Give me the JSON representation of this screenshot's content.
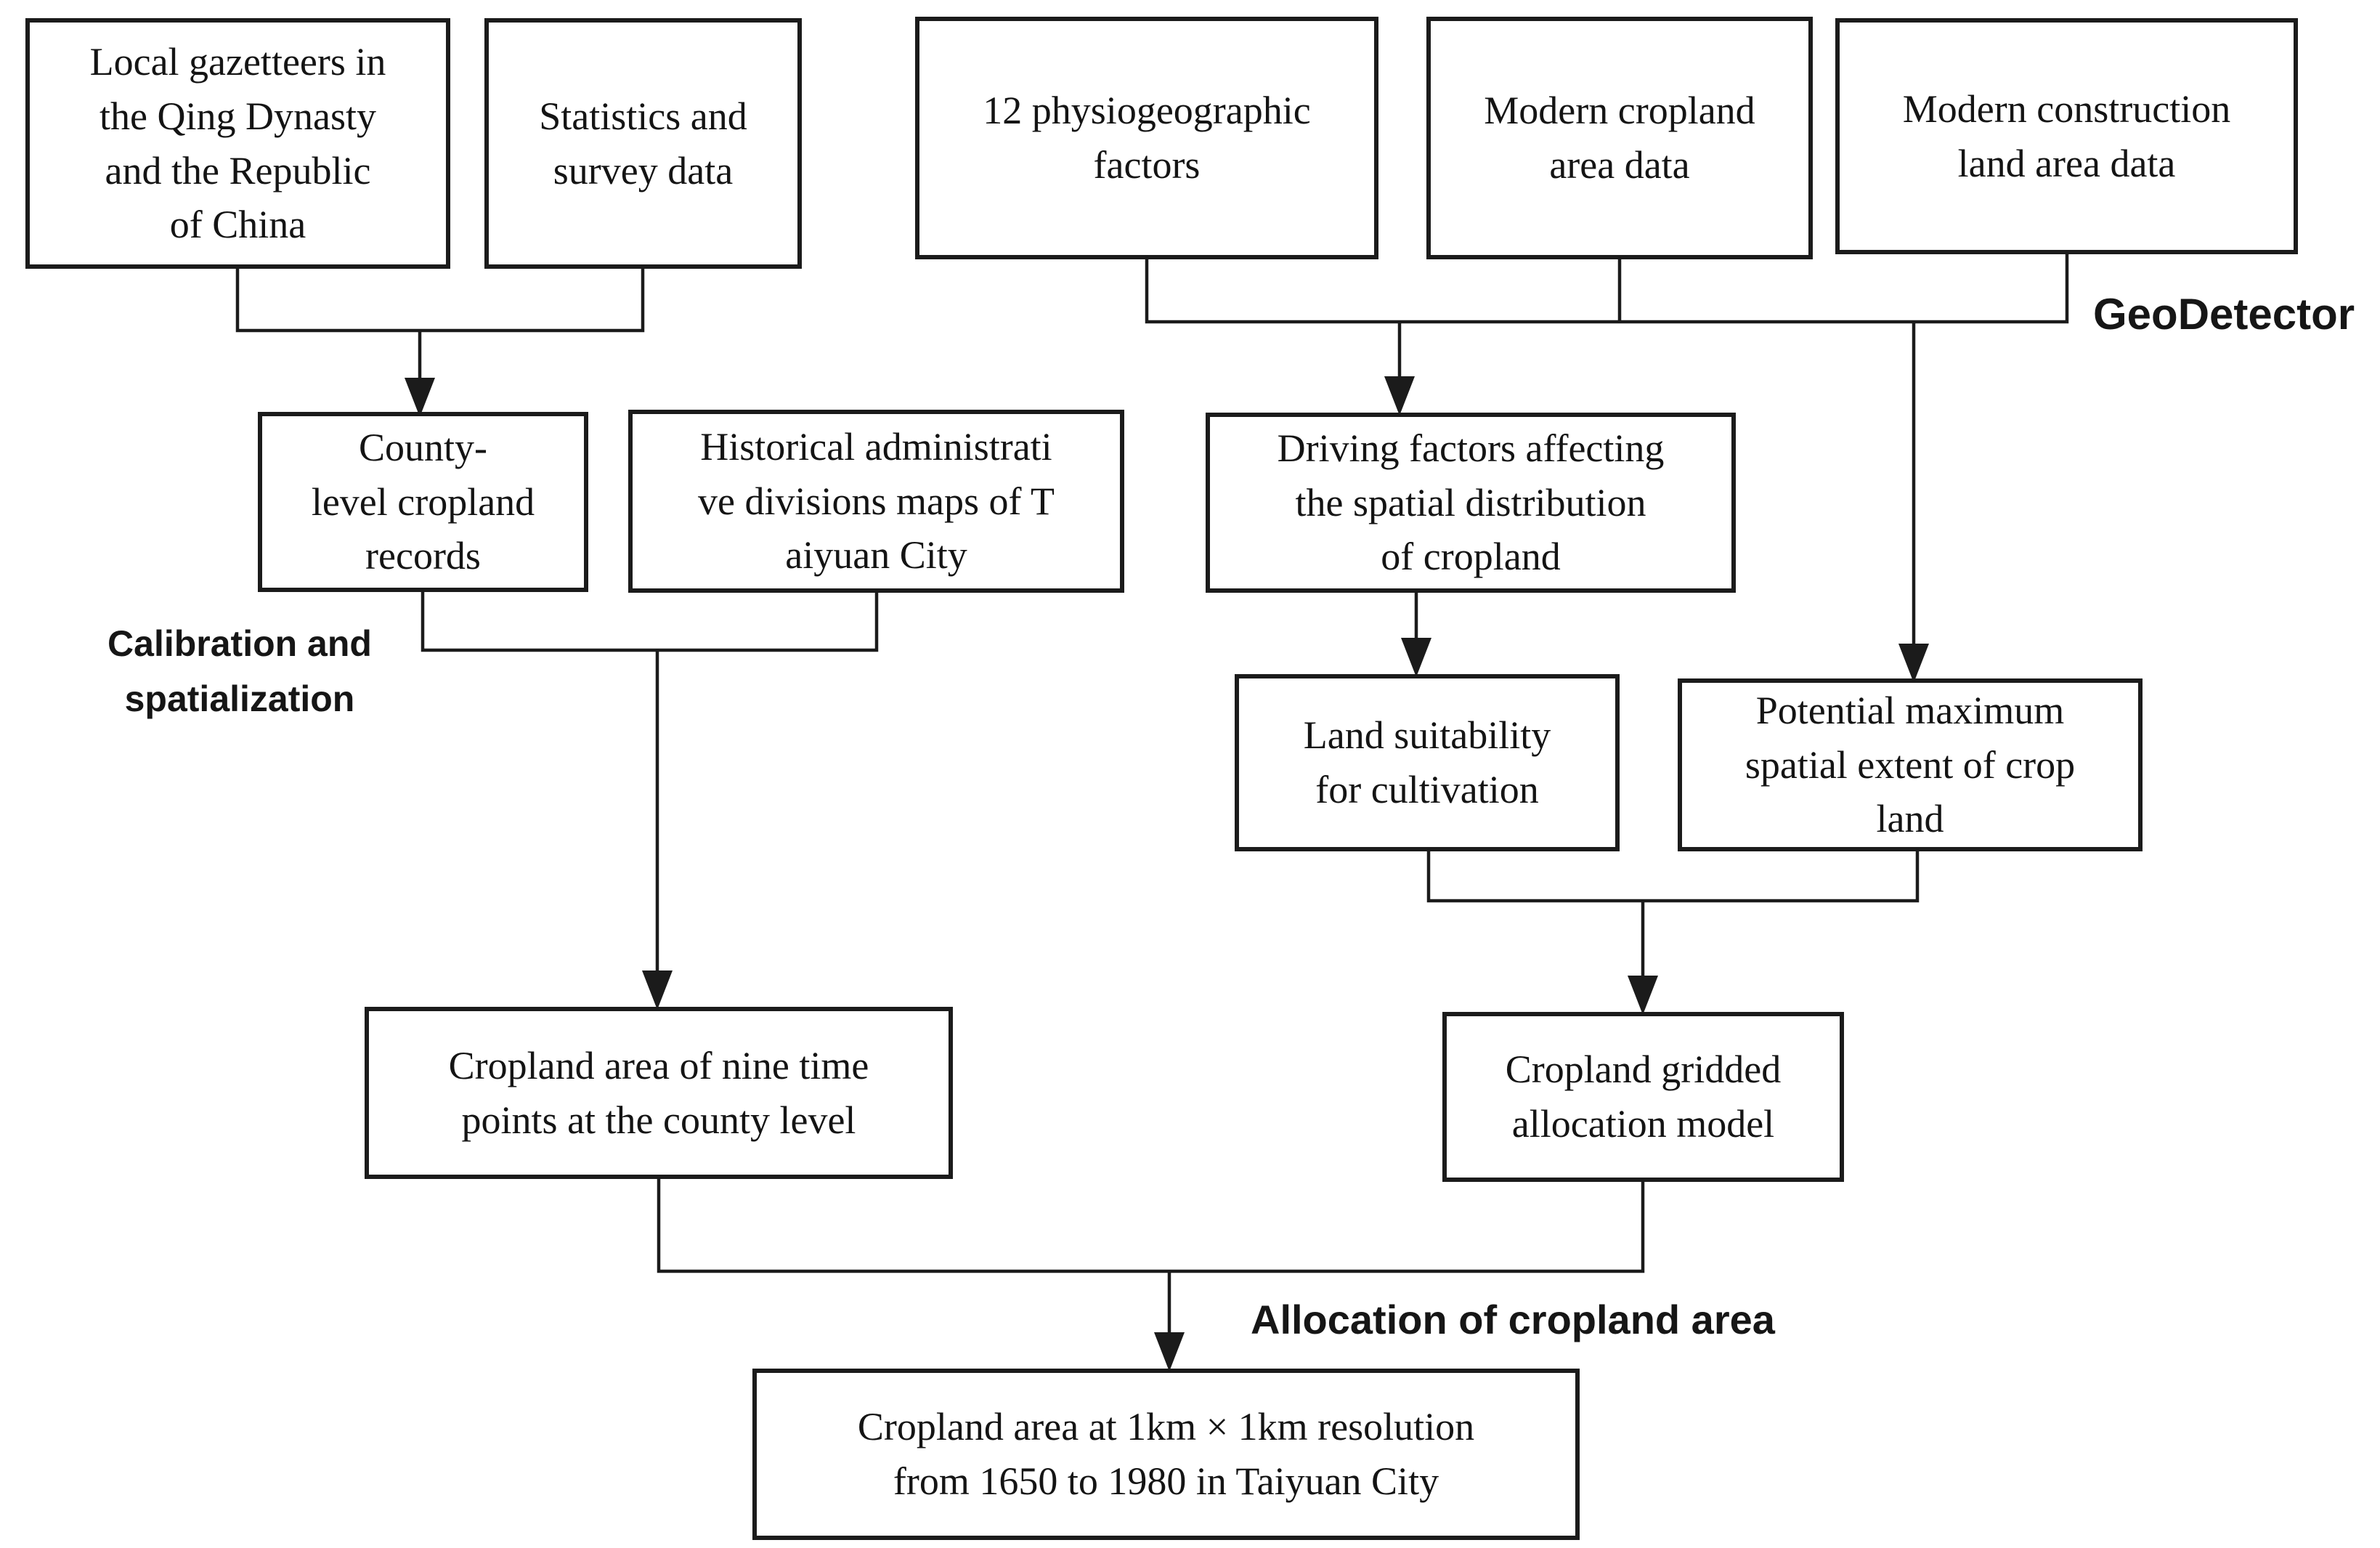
{
  "diagram": {
    "title": "Flowchart of cropland area reconstruction methodology",
    "colors": {
      "background": "#ffffff",
      "line": "#1b1b1b",
      "text": "#141414"
    },
    "boxes": {
      "local_gazetteers": {
        "text": "Local gazetteers in\nthe Qing Dynasty\nand the Republic\nof China"
      },
      "statistics_survey": {
        "text": "Statistics and\nsurvey data"
      },
      "physiogeographic": {
        "text": "12 physiogeographic\nfactors"
      },
      "modern_cropland": {
        "text": "Modern cropland\narea data"
      },
      "modern_construction": {
        "text": "Modern construction\nland area data"
      },
      "county_records": {
        "text": "County-\nlevel cropland\nrecords"
      },
      "historical_maps": {
        "text": "Historical administrati\nve divisions maps of T\naiyuan City"
      },
      "driving_factors": {
        "text": "Driving factors affecting\nthe spatial distribution\nof cropland"
      },
      "land_suitability": {
        "text": "Land suitability\nfor cultivation"
      },
      "potential_extent": {
        "text": "Potential maximum\nspatial extent of crop\nland"
      },
      "nine_time_points": {
        "text": "Cropland area of nine time\npoints at the county level"
      },
      "gridded_model": {
        "text": "Cropland gridded\nallocation model"
      },
      "final_output": {
        "text": "Cropland area at 1km × 1km resolution\nfrom 1650 to 1980 in Taiyuan City"
      }
    },
    "labels": {
      "calibration": {
        "text": "Calibration and\nspatialization"
      },
      "geodetector": {
        "text": "GeoDetector"
      },
      "allocation": {
        "text": "Allocation of cropland area"
      }
    }
  }
}
